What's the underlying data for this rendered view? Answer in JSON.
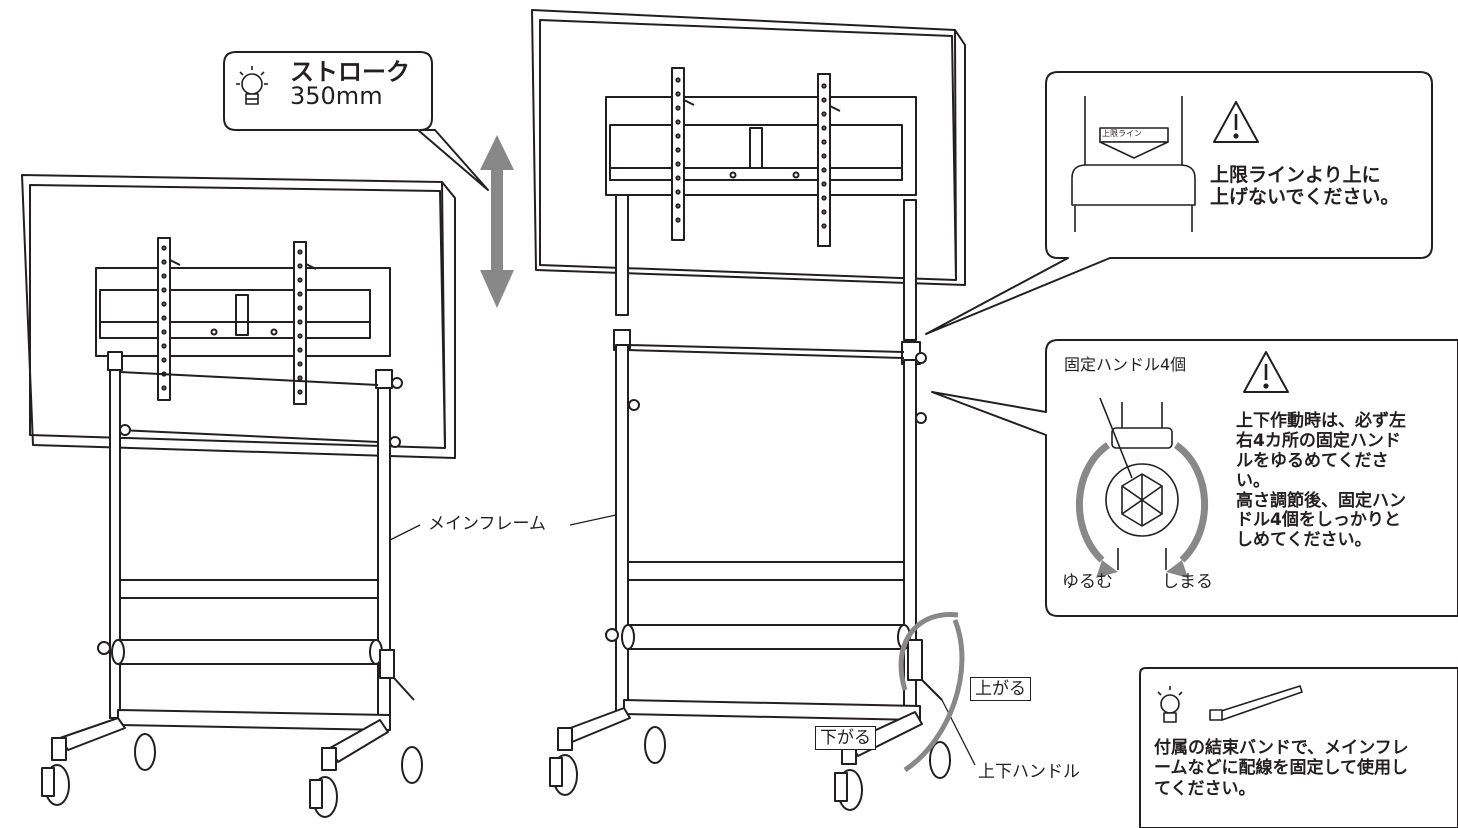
{
  "stroke_callout": {
    "line1": "ストローク",
    "line2": "350mm"
  },
  "upper_limit": {
    "sticker": "上限ライン",
    "warning_lines": [
      "上限ラインより上に",
      "上げないでください。"
    ]
  },
  "fixing_handle": {
    "label": "固定ハンドル4個",
    "loosen": "ゆるむ",
    "tighten": "しまる",
    "instruction_lines": [
      "上下作動時は、必ず左",
      "右4カ所の固定ハンド",
      "ルをゆるめてくださ",
      "い。",
      "高さ調節後、固定ハン",
      "ドル4個をしっかりと",
      "しめてください。"
    ]
  },
  "frame_label": "メインフレーム",
  "lift_handle": {
    "up": "上がる",
    "down": "下がる",
    "label": "上下ハンドル"
  },
  "cable_tip": {
    "lines": [
      "付属の結束バンドで、メインフレ",
      "ームなどに配線を固定して使用し",
      "てください。"
    ]
  },
  "colors": {
    "line": "#231f20",
    "arrow_grey": "#888888",
    "background": "#ffffff"
  }
}
